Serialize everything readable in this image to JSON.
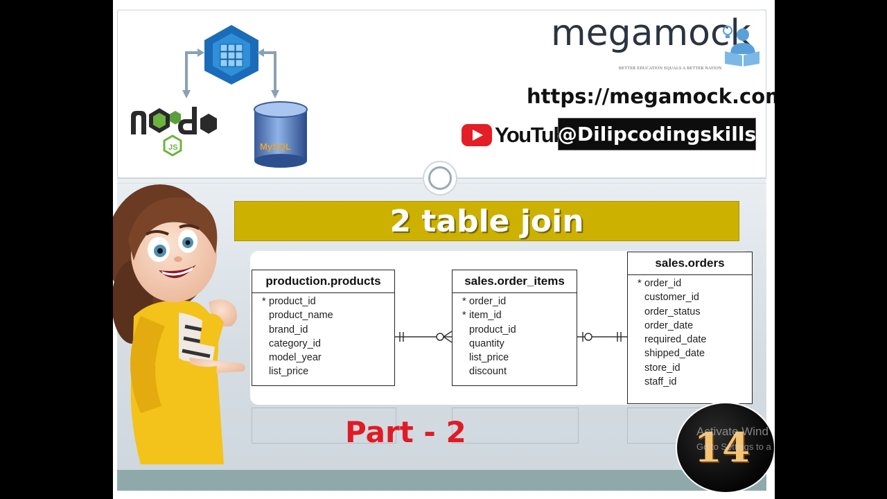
{
  "header": {
    "brand": "megamock",
    "tagline": "BETTER EDUCATION EQUALS A BETTER NATION",
    "url": "https://megamock.com/",
    "youtube_label": "YouTube",
    "youtube_handle": "@Dilipcodingskills"
  },
  "logos": {
    "top": "sequelize-icon",
    "left": "nodejs-icon",
    "right": "mysql-icon",
    "nodejs_sub": "JS",
    "mysql_text": "MySQL"
  },
  "title": "2 table join",
  "diagram": {
    "tables": [
      {
        "name": "production.products",
        "columns": [
          {
            "pk": "*",
            "name": "product_id"
          },
          {
            "pk": "",
            "name": "product_name"
          },
          {
            "pk": "",
            "name": "brand_id"
          },
          {
            "pk": "",
            "name": "category_id"
          },
          {
            "pk": "",
            "name": "model_year"
          },
          {
            "pk": "",
            "name": "list_price"
          }
        ]
      },
      {
        "name": "sales.order_items",
        "columns": [
          {
            "pk": "*",
            "name": "order_id"
          },
          {
            "pk": "*",
            "name": "item_id"
          },
          {
            "pk": "",
            "name": "product_id"
          },
          {
            "pk": "",
            "name": "quantity"
          },
          {
            "pk": "",
            "name": "list_price"
          },
          {
            "pk": "",
            "name": "discount"
          }
        ]
      },
      {
        "name": "sales.orders",
        "columns": [
          {
            "pk": "*",
            "name": "order_id"
          },
          {
            "pk": "",
            "name": "customer_id"
          },
          {
            "pk": "",
            "name": "order_status"
          },
          {
            "pk": "",
            "name": "order_date"
          },
          {
            "pk": "",
            "name": "required_date"
          },
          {
            "pk": "",
            "name": "shipped_date"
          },
          {
            "pk": "",
            "name": "store_id"
          },
          {
            "pk": "",
            "name": "staff_id"
          }
        ]
      }
    ]
  },
  "part_label": "Part - 2",
  "episode_number": "14",
  "watermark": {
    "line1": "Activate Wind",
    "line2": "Go to Settings to a"
  },
  "colors": {
    "title_bar": "#cdb100",
    "part_text": "#e01b24",
    "youtube_red": "#e31e24",
    "footer": "#8fa9ab"
  }
}
